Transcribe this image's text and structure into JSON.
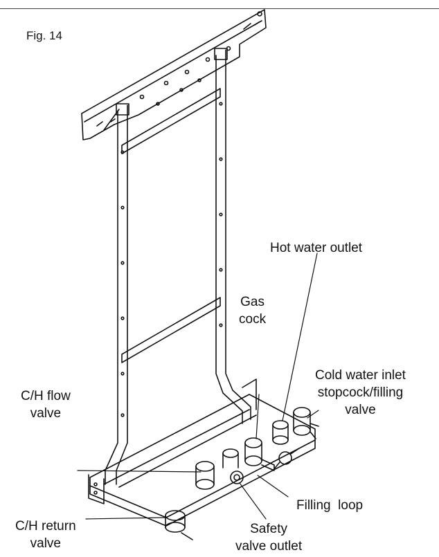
{
  "figure_label": "Fig. 14",
  "callouts": {
    "hot_water_outlet": "Hot water outlet",
    "gas_cock": [
      "Gas",
      "cock"
    ],
    "cold_water_inlet": [
      "Cold water inlet",
      "stopcock/filling",
      "valve"
    ],
    "ch_flow_valve": [
      "C/H flow",
      "valve"
    ],
    "filling_loop": "Filling  loop",
    "ch_return_valve": [
      "C/H return",
      "valve"
    ],
    "safety_valve_outlet": [
      "Safety",
      "valve outlet"
    ]
  },
  "colors": {
    "line": "#111111",
    "rule": "#444444"
  }
}
